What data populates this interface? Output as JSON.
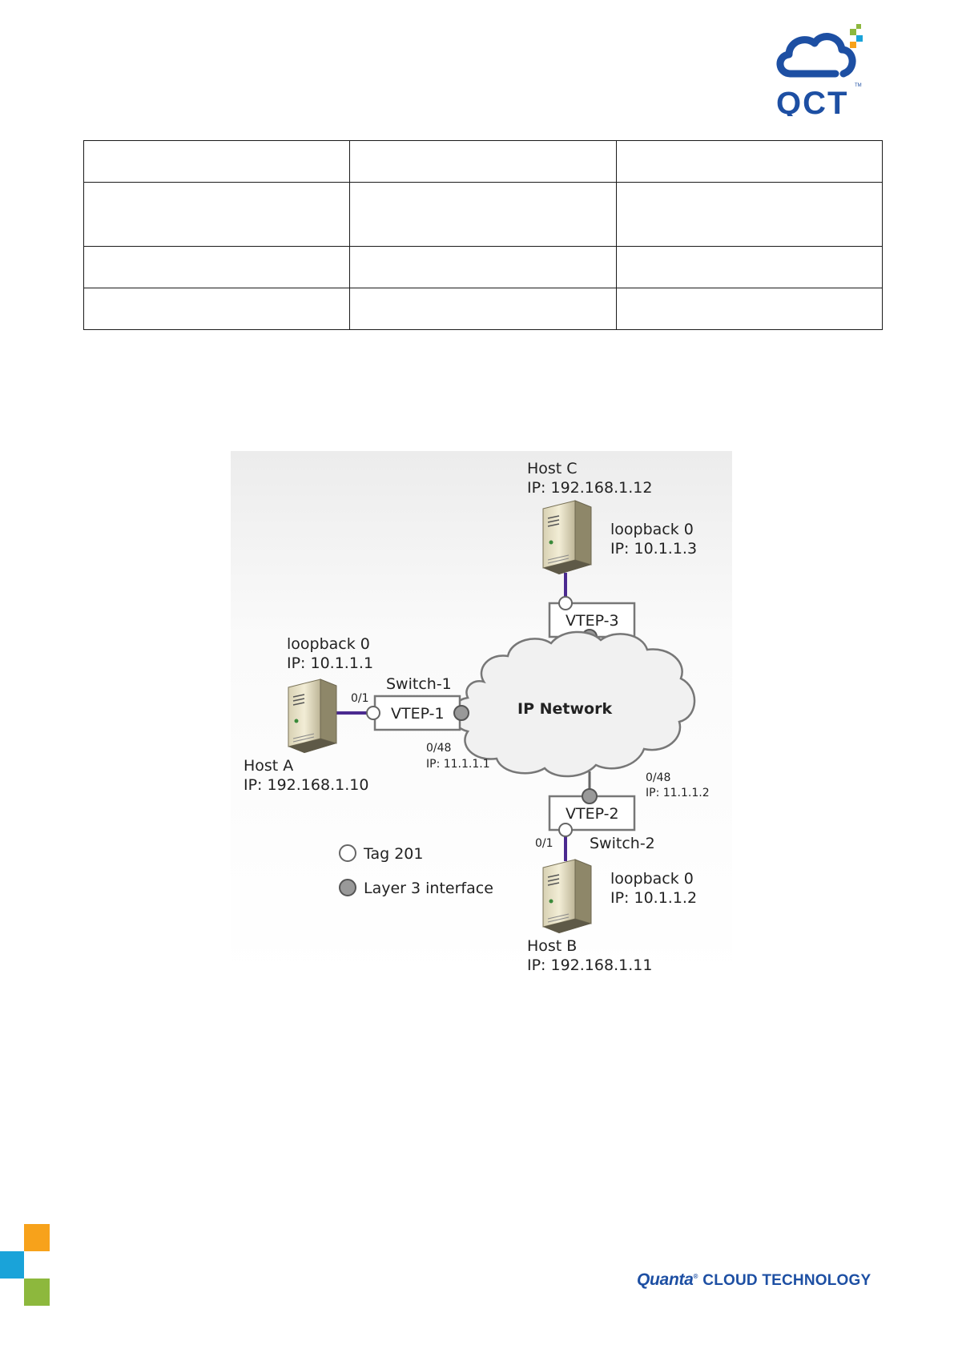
{
  "logo": {
    "text": "QCT",
    "tm": "TM"
  },
  "table": {
    "rows": [
      [
        "",
        "",
        ""
      ],
      [
        "",
        "",
        ""
      ],
      [
        "",
        "",
        ""
      ],
      [
        "",
        "",
        ""
      ]
    ]
  },
  "diagram": {
    "host_c": {
      "name": "Host C",
      "ip": "IP: 192.168.1.12",
      "loopback": "loopback 0",
      "loopback_ip": "IP: 10.1.1.3"
    },
    "vtep3": {
      "label": "VTEP-3"
    },
    "host_a": {
      "name": "Host A",
      "ip": "IP: 192.168.1.10",
      "loopback": "loopback 0",
      "loopback_ip": "IP: 10.1.1.1"
    },
    "switch1": {
      "name": "Switch-1",
      "vtep": "VTEP-1",
      "port_host": "0/1",
      "port_net": "0/48",
      "port_net_ip": "IP: 11.1.1.1"
    },
    "network": {
      "label": "IP Network"
    },
    "switch2": {
      "name": "Switch-2",
      "vtep": "VTEP-2",
      "port_host": "0/1",
      "port_net": "0/48",
      "port_net_ip": "IP: 11.1.1.2"
    },
    "host_b": {
      "name": "Host B",
      "ip": "IP: 192.168.1.11",
      "loopback": "loopback 0",
      "loopback_ip": "IP: 10.1.1.2"
    },
    "legend": {
      "tag": "Tag 201",
      "layer3": "Layer 3 interface"
    }
  },
  "footer": {
    "brand_script": "Quanta",
    "brand_tm": "®",
    "brand_rest": "CLOUD TECHNOLOGY"
  },
  "colors": {
    "brand_blue": "#1d4fa3",
    "brand_orange": "#f7a21b",
    "brand_cyan": "#1aa3d9",
    "brand_green": "#8db83d",
    "link_purple": "#4b2a90"
  }
}
